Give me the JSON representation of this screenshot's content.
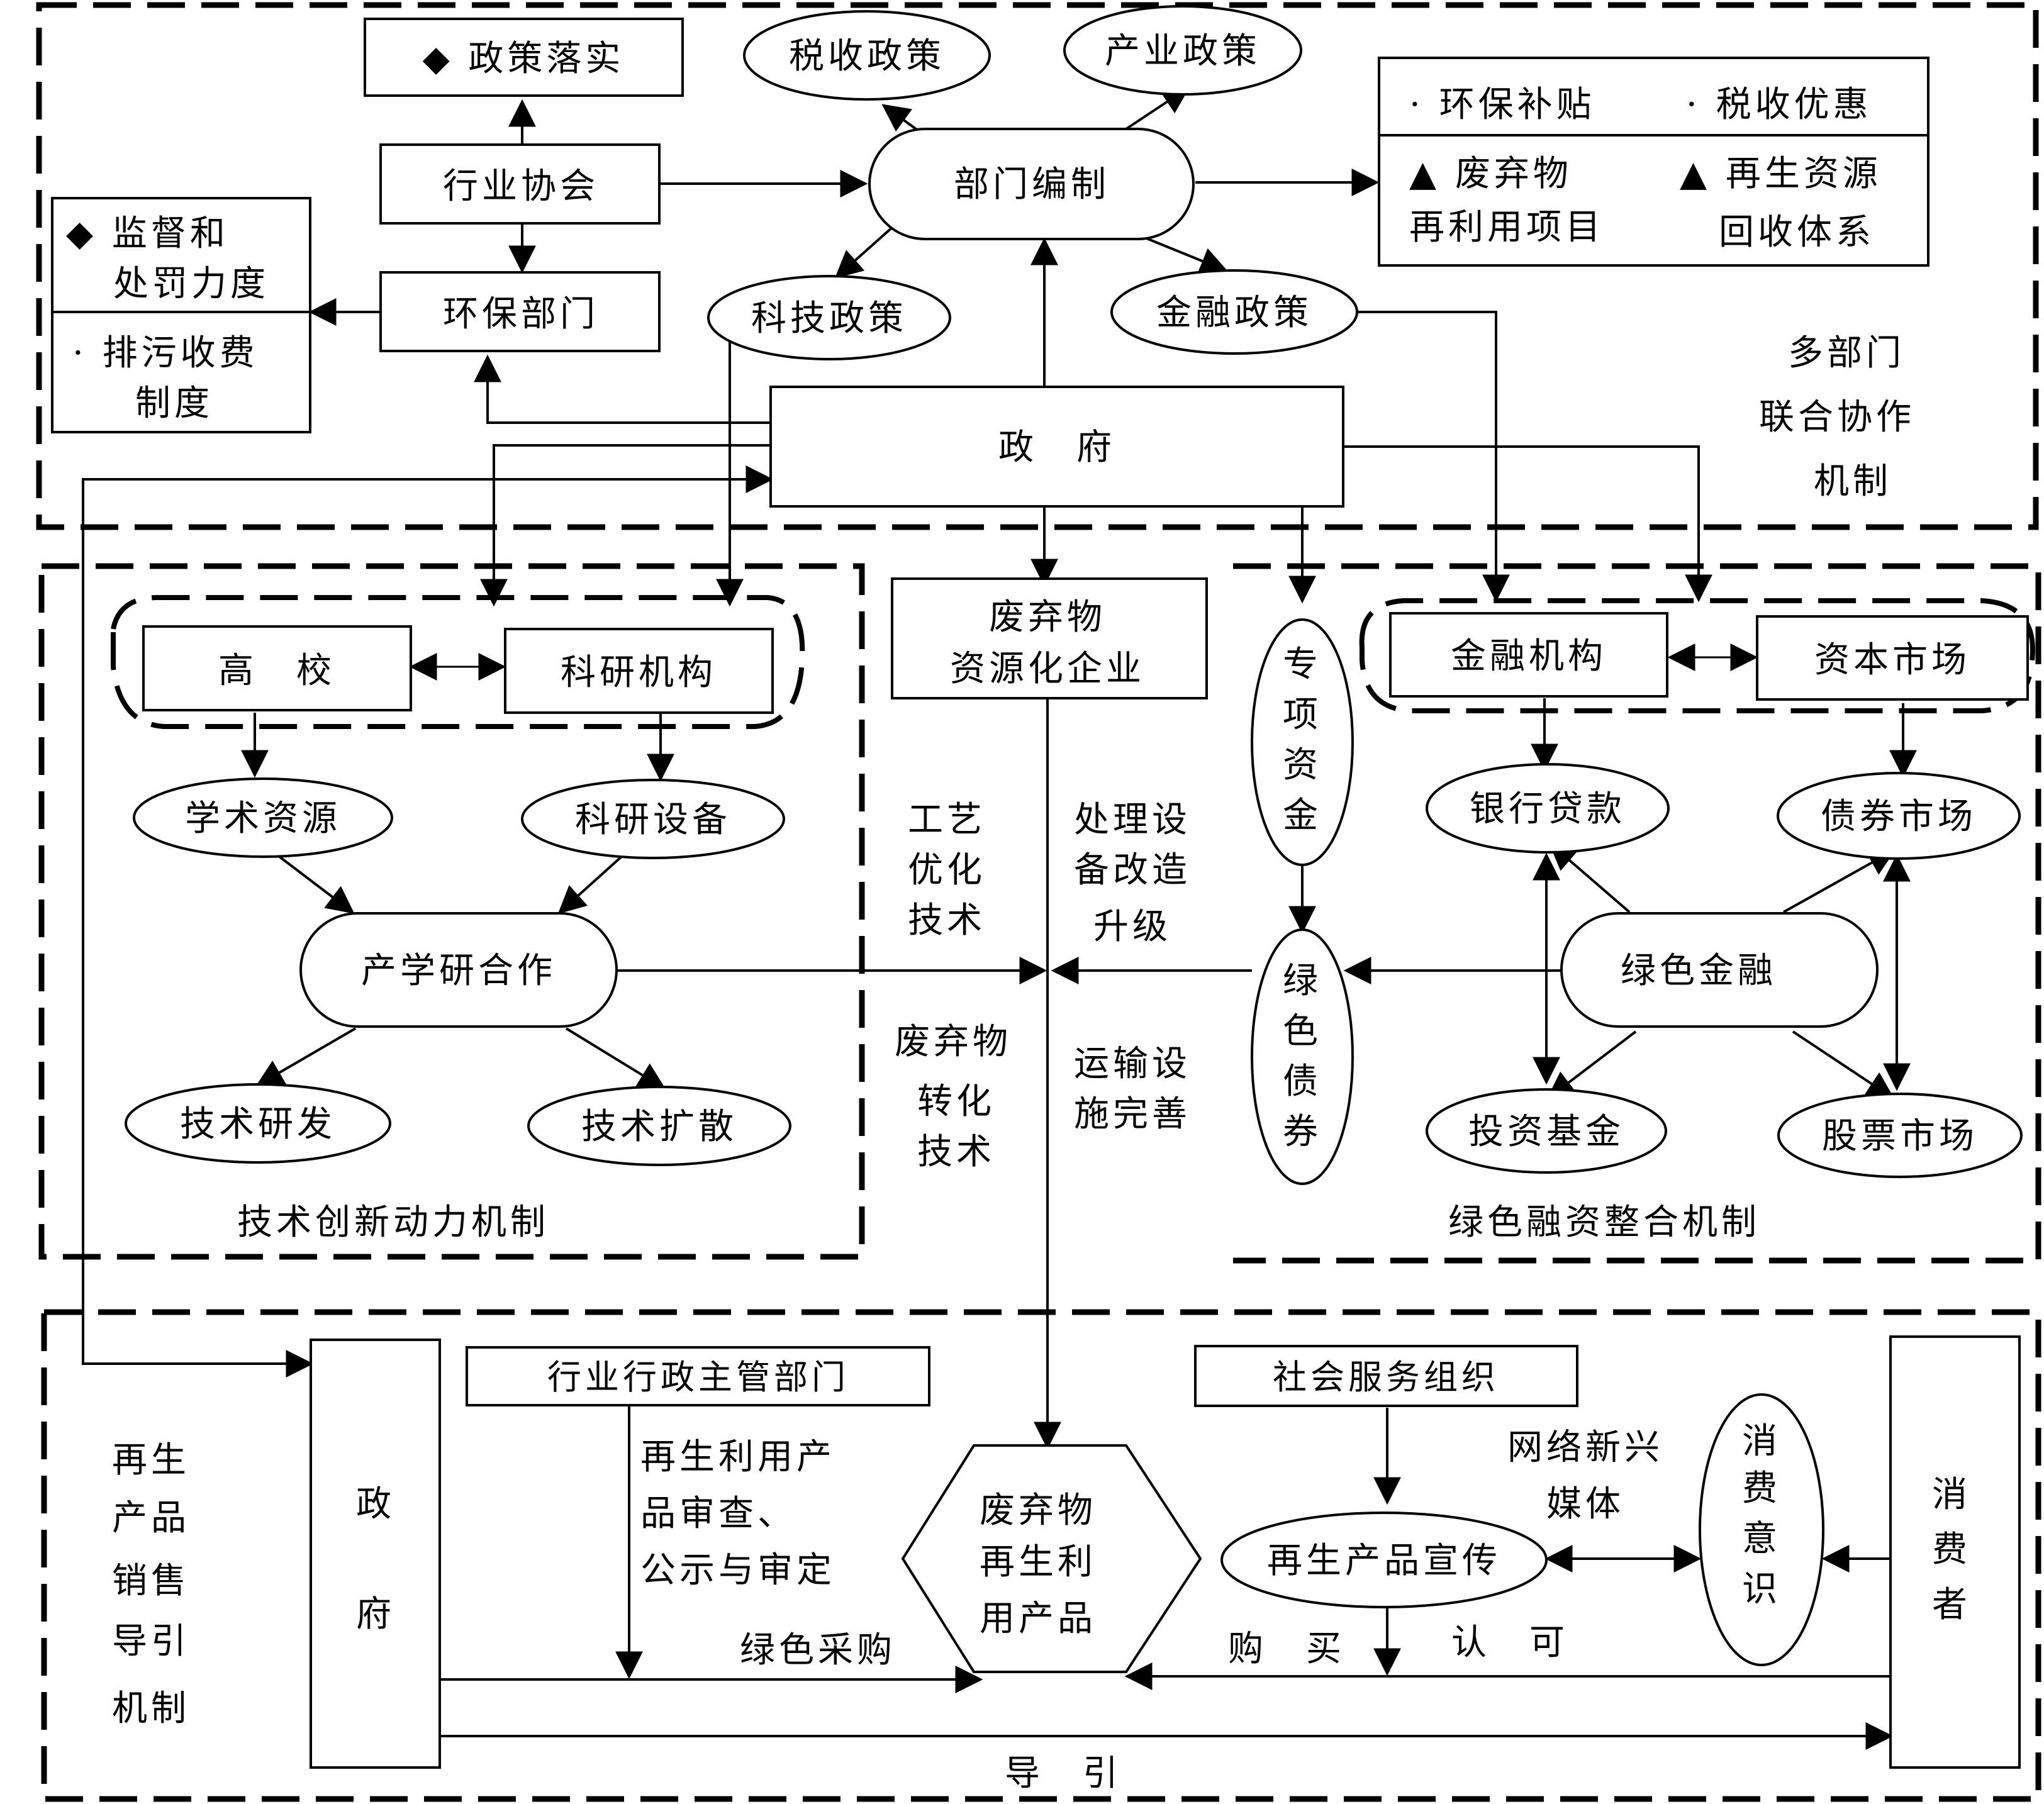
{
  "top": {
    "policy_implement": "◆ 政策落实",
    "tax_policy": "税收政策",
    "industry_policy": "产业政策",
    "industry_association": "行业协会",
    "dept_planning": "部门编制",
    "supervision_line1": "◆ 监督和",
    "supervision_line2": "处罚力度",
    "pollution_fee_line1": "· 排污收费",
    "pollution_fee_line2": "制度",
    "env_dept": "环保部门",
    "tech_policy": "科技政策",
    "finance_policy": "金融政策",
    "government": "政　府",
    "env_subsidy": "· 环保补贴",
    "tax_preference": "· 税收优惠",
    "waste_reuse_line1": "▲ 废弃物",
    "waste_reuse_line2": "再利用项目",
    "recycle_system_line1": "▲ 再生资源",
    "recycle_system_line2": "回收体系",
    "mechanism_line1": "多部门",
    "mechanism_line2": "联合协作",
    "mechanism_line3": "机制"
  },
  "middle": {
    "university": "高　校",
    "research_inst": "科研机构",
    "academic_res": "学术资源",
    "research_equip": "科研设备",
    "iur_coop": "产学研合作",
    "tech_rd": "技术研发",
    "tech_diffusion": "技术扩散",
    "tech_mechanism": "技术创新动力机制",
    "waste_enterprise_line1": "废弃物",
    "waste_enterprise_line2": "资源化企业",
    "process_tech": [
      "工艺",
      "优化",
      "技术"
    ],
    "equip_upgrade": [
      "处理设",
      "备改造",
      "升级"
    ],
    "conversion_tech": [
      "废弃物",
      "转化",
      "技术"
    ],
    "transport": [
      "运输设",
      "施完善"
    ],
    "special_fund": [
      "专",
      "项",
      "资",
      "金"
    ],
    "green_bond": [
      "绿",
      "色",
      "债",
      "券"
    ],
    "financial_inst": "金融机构",
    "capital_market": "资本市场",
    "bank_loan": "银行贷款",
    "bond_market": "债券市场",
    "green_finance": "绿色金融",
    "invest_fund": "投资基金",
    "stock_market": "股票市场",
    "finance_mechanism": "绿色融资整合机制"
  },
  "bottom": {
    "guide_mechanism": [
      "再生",
      "产品",
      "销售",
      "导引",
      "机制"
    ],
    "government": [
      "政",
      "府"
    ],
    "industry_admin": "行业行政主管部门",
    "review": [
      "再生利用产",
      "品审查、",
      "公示与审定"
    ],
    "green_purchase": "绿色采购",
    "recycled_product": [
      "废弃物",
      "再生利",
      "用产品"
    ],
    "social_org": "社会服务组织",
    "new_media": [
      "网络新兴",
      "媒体"
    ],
    "product_promo": "再生产品宣传",
    "consumer_awareness": [
      "消",
      "费",
      "意",
      "识"
    ],
    "consumer": [
      "消",
      "费",
      "者"
    ],
    "purchase": "购　买",
    "recognize": "认　可",
    "guide": "导　引"
  }
}
